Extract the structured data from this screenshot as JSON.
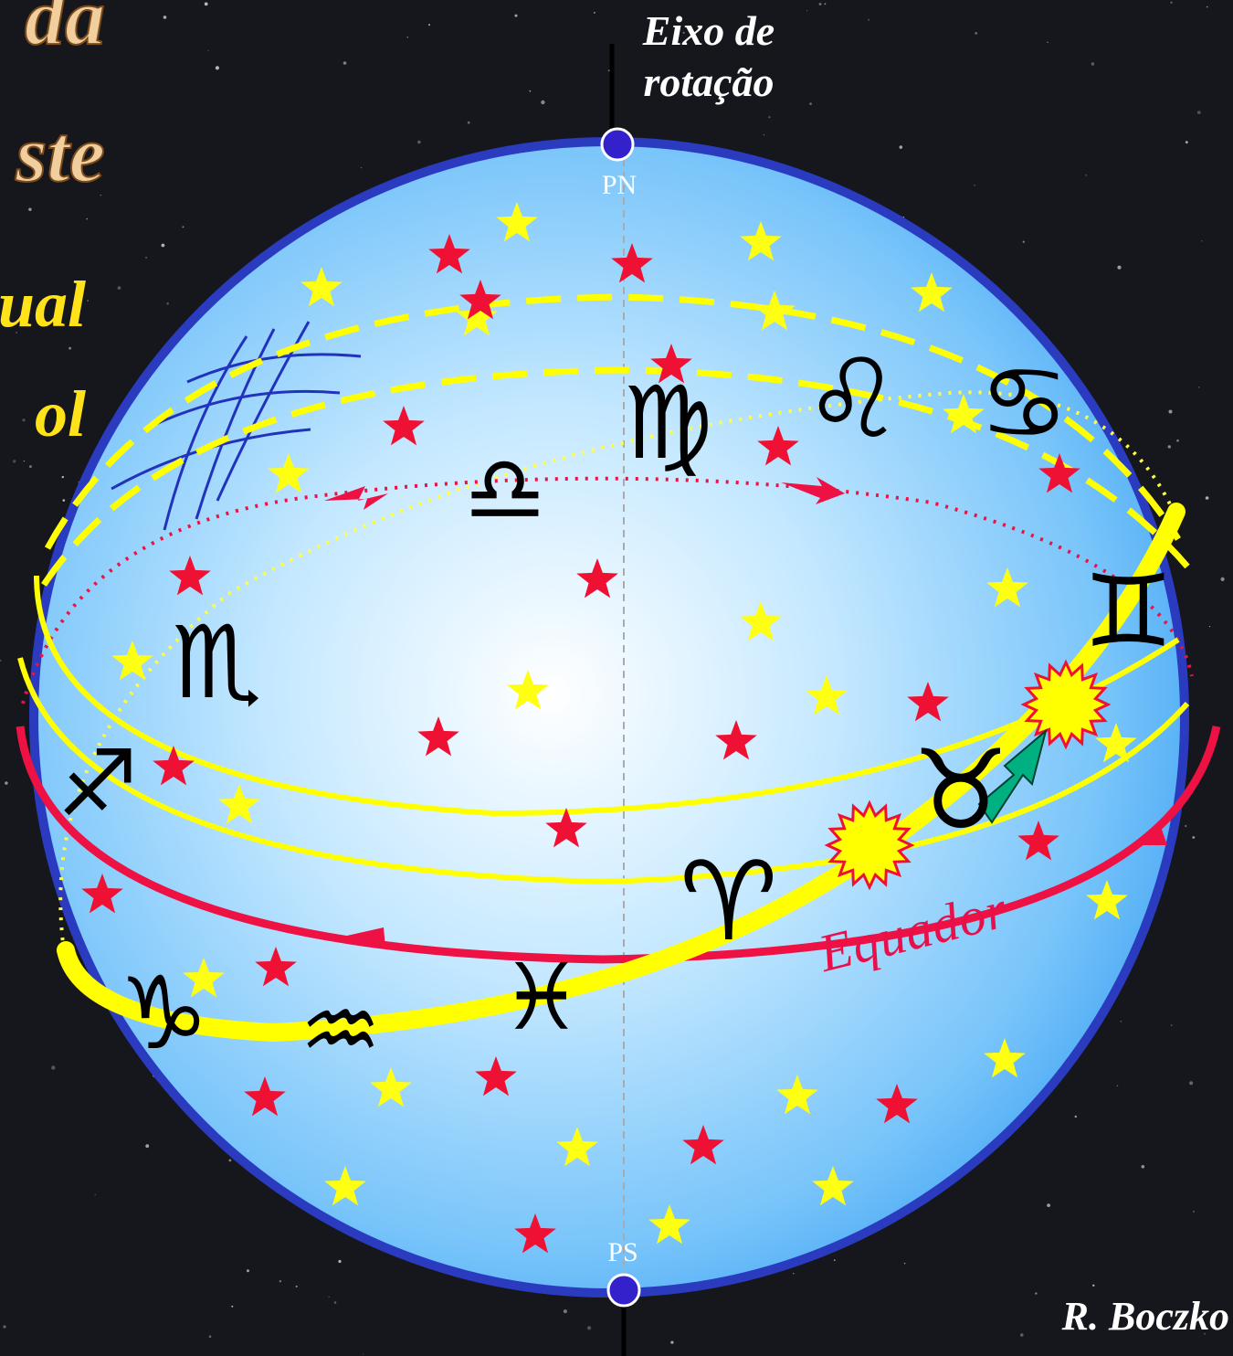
{
  "labels": {
    "title_frag_1": "da",
    "title_frag_2": "ste",
    "subtitle_frag_1": "ual",
    "subtitle_frag_2": "ol",
    "axis": "Eixo de rotação",
    "north_pole": "PN",
    "south_pole": "PS",
    "equator": "Equador",
    "credit": "R. Boczko"
  },
  "zodiac": [
    {
      "name": "libra",
      "glyph": "♎"
    },
    {
      "name": "virgo",
      "glyph": "♍"
    },
    {
      "name": "leo",
      "glyph": "♌"
    },
    {
      "name": "cancer",
      "glyph": "♋"
    },
    {
      "name": "gemini",
      "glyph": "♊"
    },
    {
      "name": "taurus",
      "glyph": "♉"
    },
    {
      "name": "aries",
      "glyph": "♈"
    },
    {
      "name": "pisces",
      "glyph": "♓"
    },
    {
      "name": "aquarius",
      "glyph": "♒"
    },
    {
      "name": "capricorn",
      "glyph": "♑"
    },
    {
      "name": "sagittarius",
      "glyph": "♐"
    },
    {
      "name": "scorpio",
      "glyph": "♏"
    }
  ],
  "colors": {
    "background": "#15171c",
    "sphere_edge": "#2b3bbf",
    "sphere_light": "#ffffff",
    "sphere_mid": "#a8dcff",
    "sphere_dark": "#3aa0f2",
    "ecliptic": "#ffff00",
    "equator": "#ee1144",
    "star_yellow": "#ffff11",
    "star_red": "#ee1133",
    "sun_fill": "#ffff00",
    "sun_edge": "#ee1133",
    "sun_arrow": "#00b080",
    "grid": "#2233bb",
    "pole_dot": "#3322cc"
  }
}
